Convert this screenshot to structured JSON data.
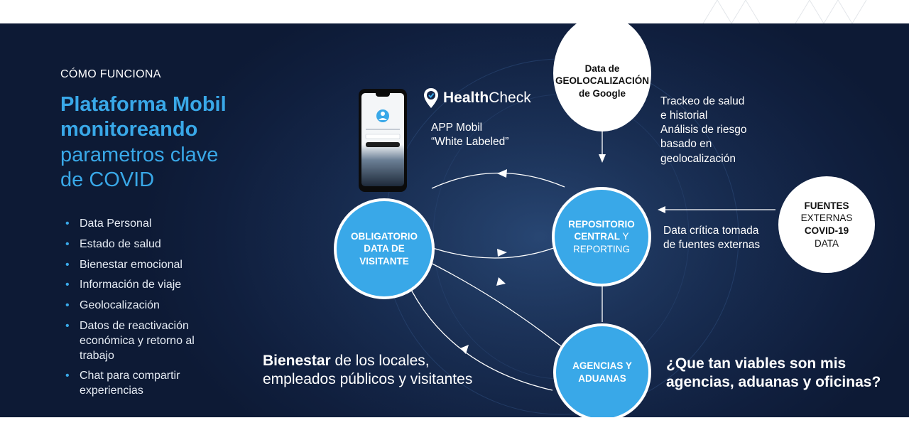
{
  "header": {
    "kicker": "CÓMO FUNCIONA",
    "title_line1": "Plataforma Mobil",
    "title_line2": "monitoreando",
    "title_line3": "parametros clave",
    "title_line4": "de COVID"
  },
  "features": [
    "Data Personal",
    "Estado de salud",
    "Bienestar emocional",
    "Información de viaje",
    "Geolocalización",
    "Datos de reactivación económica y retorno al trabajo",
    "Chat para compartir experiencias"
  ],
  "app": {
    "brand_bold": "Health",
    "brand_regular": "Check",
    "brand_icon": "location-pin-check-icon",
    "caption_line1": "APP Mobil",
    "caption_line2": "“White Labeled”"
  },
  "nodes": {
    "google": {
      "line1": "Data de",
      "line2": "GEOLOCALIZACIÓN",
      "line3": "de Google"
    },
    "visitante": {
      "line1": "OBLIGATORIO",
      "line2": "DATA DE",
      "line3": "VISITANTE"
    },
    "repositorio": {
      "line1_bold": "REPOSITORIO",
      "line2_bold": "CENTRAL",
      "line2_regular": " Y",
      "line3": "REPORTING"
    },
    "agencias": {
      "line1": "AGENCIAS Y",
      "line2": "ADUANAS"
    },
    "fuentes": {
      "line1": "FUENTES",
      "line2": "EXTERNAS",
      "line3": "COVID-19",
      "line4": "DATA"
    }
  },
  "captions": {
    "tracking": [
      "Trackeo de salud",
      "e historial",
      "Análisis de riesgo",
      "basado en",
      "geolocalización"
    ],
    "external": [
      "Data crítica tomada",
      "de fuentes externas"
    ]
  },
  "wellbeing": {
    "bold": "Bienestar",
    "rest": " de los locales,",
    "line2": "empleados públicos y visitantes"
  },
  "question": {
    "line1": "¿Que tan viables son mis",
    "line2": "agencias, aduanas y oficinas?"
  },
  "colors": {
    "accent": "#39a8e8",
    "background": "#14264a",
    "node_white": "#ffffff"
  }
}
